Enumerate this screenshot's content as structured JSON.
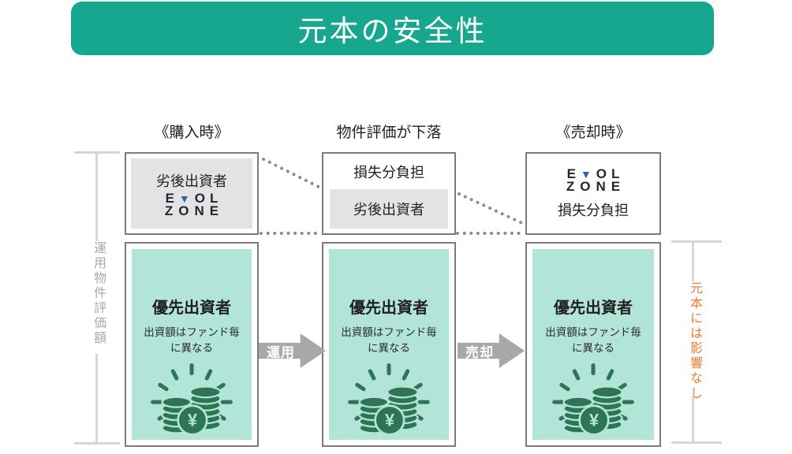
{
  "title": "元本の安全性",
  "columns": [
    {
      "header": "《購入時》",
      "top_box": {
        "primary": "劣後出資者"
      },
      "bottom_box": {
        "title": "優先出資者",
        "note_line1": "出資額はファンド毎",
        "note_line2": "に異なる"
      }
    },
    {
      "header": "物件評価が下落",
      "top_box": {
        "primary": "損失分負担",
        "secondary": "劣後出資者"
      },
      "bottom_box": {
        "title": "優先出資者",
        "note_line1": "出資額はファンド毎",
        "note_line2": "に異なる"
      }
    },
    {
      "header": "《売却時》",
      "top_box": {
        "primary": "損失分負担"
      },
      "bottom_box": {
        "title": "優先出資者",
        "note_line1": "出資額はファンド毎",
        "note_line2": "に異なる"
      }
    }
  ],
  "brand_logo": {
    "line1_e": "E",
    "line1_mark": "▼",
    "line1_ol": "OL",
    "line2": "ZONE"
  },
  "arrows": {
    "operate": "運用",
    "sell": "売却"
  },
  "left_bracket_label": "運用物件評価額",
  "right_bracket_label": "元本には影響なし",
  "coins": {
    "yen": "¥"
  },
  "colors": {
    "banner_teal": "#17a78f",
    "priority_fill_teal": "#b2e5d8",
    "coin_green": "#2e7555",
    "highlight_orange": "#ee7d2f",
    "arrow_gray": "#a8a8a8",
    "box_border_gray": "#7b7b7b",
    "subordinate_fill_gray": "#e3e3e3",
    "bracket_gray": "#d6d6d6",
    "logo_navy": "#1c2733",
    "logo_blue": "#2e62a8"
  }
}
